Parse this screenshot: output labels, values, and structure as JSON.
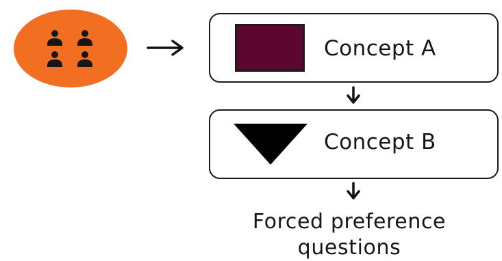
{
  "colors": {
    "group_fill": "#f26f21",
    "people_icon": "#161616",
    "concept_a_fill": "#5c0730",
    "concept_b_fill": "#000000",
    "stroke": "#1a1a1a"
  },
  "participants": {
    "icon": "people-group-icon"
  },
  "concepts": [
    {
      "label": "Concept A",
      "shape": "square",
      "color": "#5c0730"
    },
    {
      "label": "Concept B",
      "shape": "inverted-triangle",
      "color": "#000000"
    }
  ],
  "caption": {
    "line1": "Forced preference",
    "line2": "questions"
  }
}
